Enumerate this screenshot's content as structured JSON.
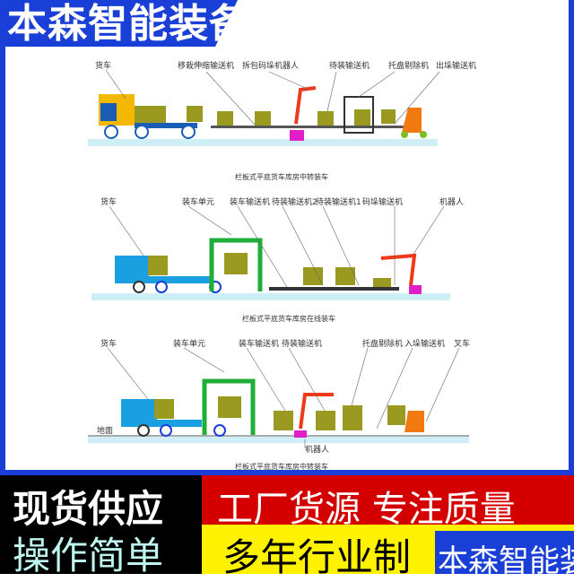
{
  "header": {
    "title": "本森智能装备"
  },
  "diagrams": [
    {
      "caption": "栏板式平底货车库房中转装车",
      "labels": [
        "货车",
        "移栽伸缩输送机",
        "拆包码垛机器人",
        "待装输送机",
        "托盘剔除机",
        "出垛输送机"
      ]
    },
    {
      "caption": "栏板式平底货车库房在线装车",
      "labels": [
        "货车",
        "装车单元",
        "装车输送机",
        "待装输送机2",
        "待装输送机1",
        "码垛输送机",
        "机器人"
      ]
    },
    {
      "caption": "栏板式平底货车库房中转装车",
      "labels": [
        "货车",
        "装车单元",
        "装车输送机",
        "待装输送机",
        "托盘剔除机",
        "入垛输送机",
        "叉车",
        "机器人",
        "地面"
      ]
    }
  ],
  "banner": {
    "left_top": "现货供应",
    "left_bottom": "操作简单",
    "right_top": "工厂货源 专注质量",
    "right_bottom": "多年行业制",
    "brand": "本森智能装"
  },
  "colors": {
    "brand_blue": "#1a3fd6",
    "red": "#d40000",
    "yellow": "#fff200",
    "black": "#000000",
    "cyan_text": "#bff5ef"
  }
}
